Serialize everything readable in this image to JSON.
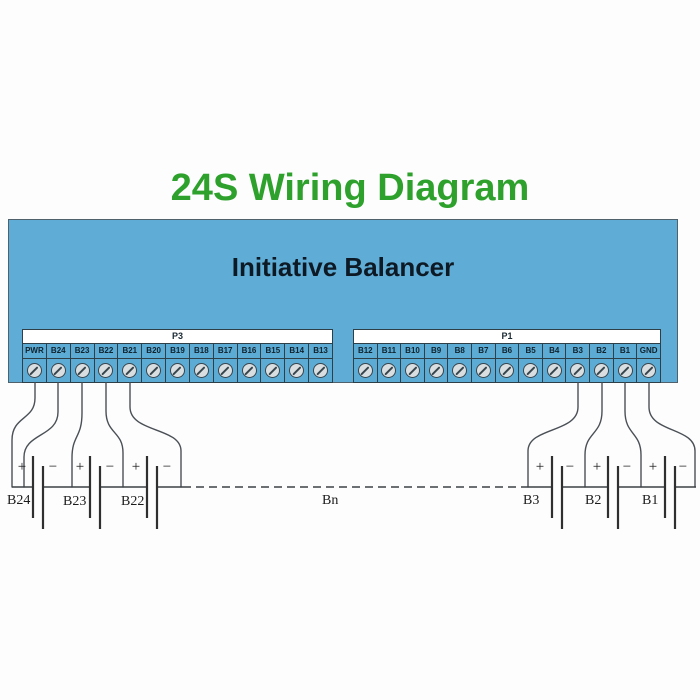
{
  "title": "24S Wiring Diagram",
  "balancer_label": "Initiative Balancer",
  "connectors": {
    "p3": {
      "name": "P3",
      "terminals": [
        "PWR",
        "B24",
        "B23",
        "B22",
        "B21",
        "B20",
        "B19",
        "B18",
        "B17",
        "B16",
        "B15",
        "B14",
        "B13"
      ]
    },
    "p1": {
      "name": "P1",
      "terminals": [
        "B12",
        "B11",
        "B10",
        "B9",
        "B8",
        "B7",
        "B6",
        "B5",
        "B4",
        "B3",
        "B2",
        "B1",
        "GND"
      ]
    }
  },
  "batteries": {
    "left": [
      "B24",
      "B23",
      "B22"
    ],
    "ellipsis_label": "Bn",
    "right": [
      "B3",
      "B2",
      "B1"
    ],
    "plus": "+",
    "minus": "−"
  },
  "colors": {
    "title_green": "#2da12b",
    "board_blue": "#5fadd6",
    "outline_dark": "#2f3f47",
    "wire_gray": "#4a5056",
    "background": "#fdfdfd"
  }
}
